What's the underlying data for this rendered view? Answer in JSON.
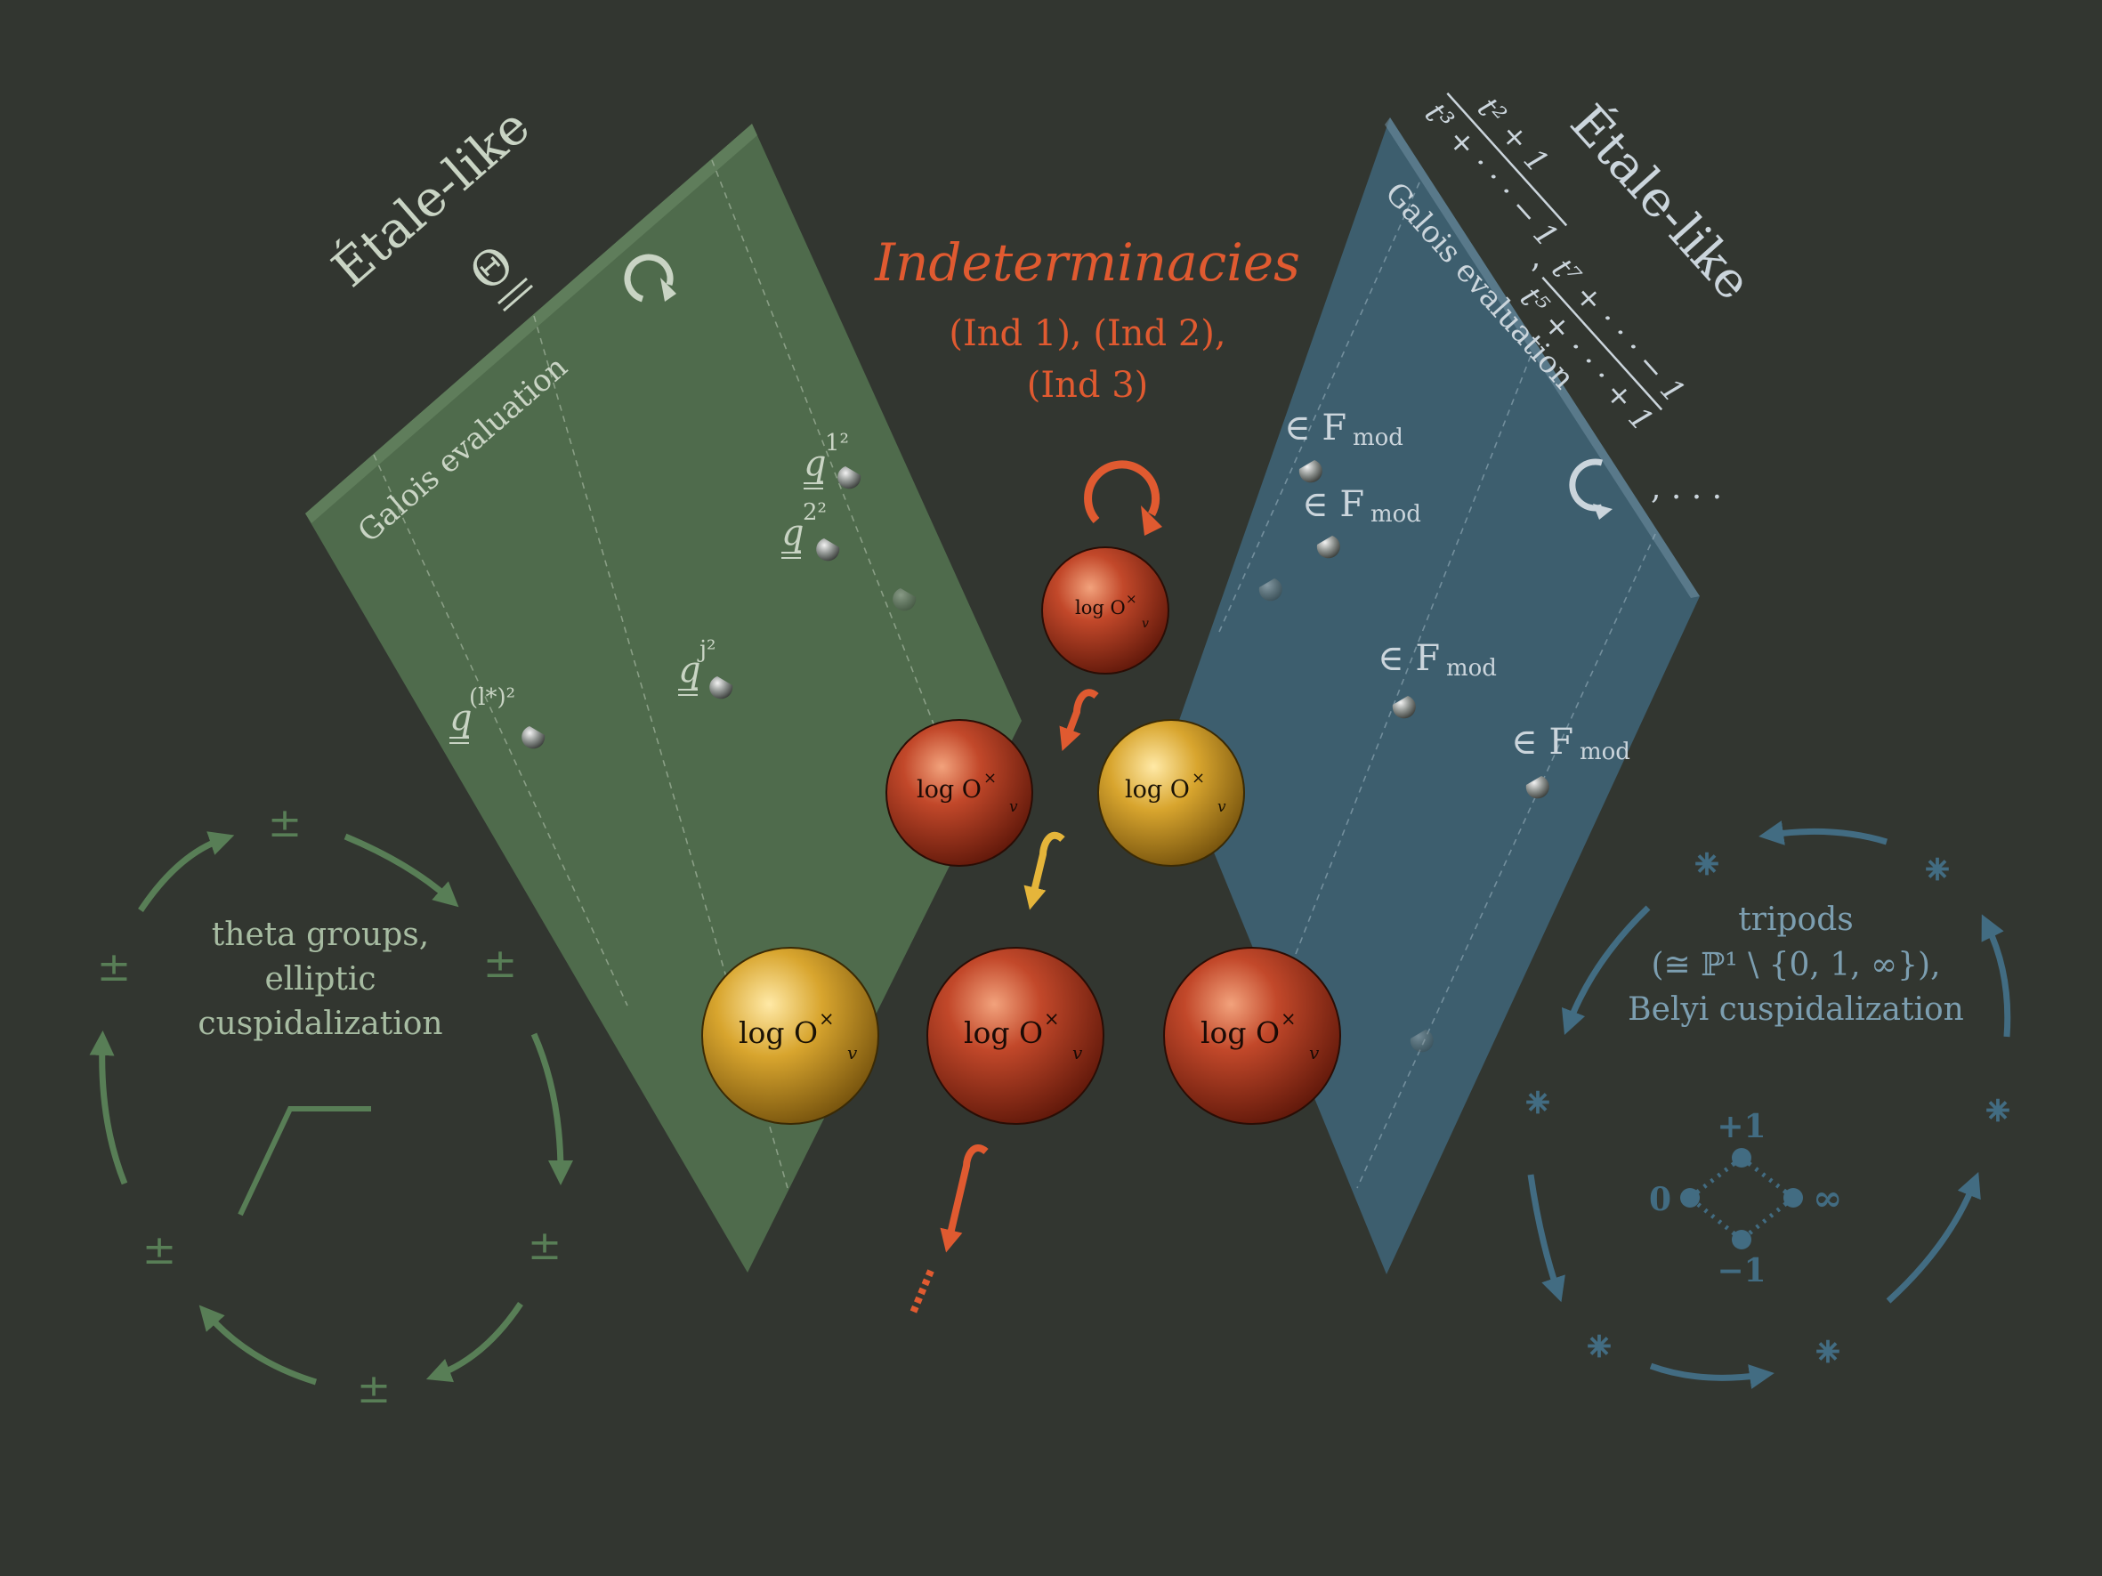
{
  "colors": {
    "background": "#323630",
    "green_panel": "#4f6b4c",
    "blue_panel": "#3d5e6e",
    "green_cycle": "#587e56",
    "blue_cycle": "#426c82",
    "accent_red": "#e05a30",
    "accent_yellow": "#e5b53a",
    "sphere_red": "#a8321a",
    "sphere_gold": "#c99a25"
  },
  "left_panel": {
    "heading": "Étale-like",
    "theta_symbol": "Θ",
    "rotation_icon": "clockwise-arrow-icon",
    "galois_label": "Galois evaluation",
    "q_labels": [
      {
        "base": "q",
        "exp": "1²"
      },
      {
        "base": "q",
        "exp": "2²"
      },
      {
        "base": "q",
        "exp": "j²"
      },
      {
        "base": "q",
        "exp": "(l*)²"
      }
    ]
  },
  "right_panel": {
    "heading": "Étale-like",
    "rotation_icon": "clockwise-arrow-icon",
    "galois_label": "Galois evaluation",
    "fractions": [
      {
        "num": "t² + 1",
        "den": "t³ + · · · − 1",
        "sep": ","
      },
      {
        "num": "t⁷ + · · · − 1",
        "den": "t⁵ + · · · + 1",
        "sep": ", . . ."
      }
    ],
    "fmod_labels": [
      "∈ F",
      "∈ F",
      "∈ F",
      "∈ F"
    ],
    "fmod_sub": "mod"
  },
  "center": {
    "title": "Indeterminacies",
    "subtitle_line1": "(Ind 1), (Ind 2),",
    "subtitle_line2": "(Ind 3)",
    "rotation_icon": "clockwise-arrow-icon",
    "sphere_label": "log O",
    "sphere_sup": "×",
    "sphere_sub": "v",
    "ellipsis": "⋮"
  },
  "left_cycle": {
    "text_line1": "theta groups,",
    "text_line2": "elliptic",
    "text_line3": "cuspidalization",
    "symbol": "±"
  },
  "right_cycle": {
    "text_line1": "tripods",
    "text_line2": "(≅ ℙ¹ \\ {0, 1, ∞}),",
    "text_line3": "Belyi cuspidalization",
    "symbol": "⁕",
    "tripod_labels": {
      "top": "+1",
      "bottom": "−1",
      "left": "0",
      "right": "∞"
    }
  }
}
